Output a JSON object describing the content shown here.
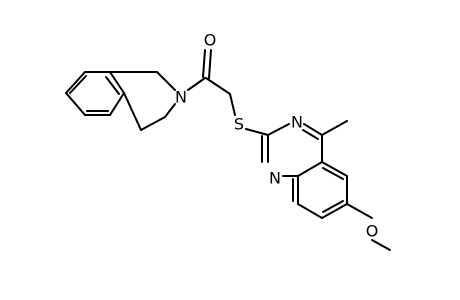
{
  "molecule": {
    "atom_labels": {
      "oxygen_carbonyl": "O",
      "nitrogen_amide": "N",
      "sulfur": "S",
      "nitrogen_3": "N",
      "nitrogen_1": "N",
      "oxygen_methoxy": "O"
    }
  },
  "colors": {
    "bond": "#000000",
    "label": "#000000",
    "background": "#ffffff"
  }
}
